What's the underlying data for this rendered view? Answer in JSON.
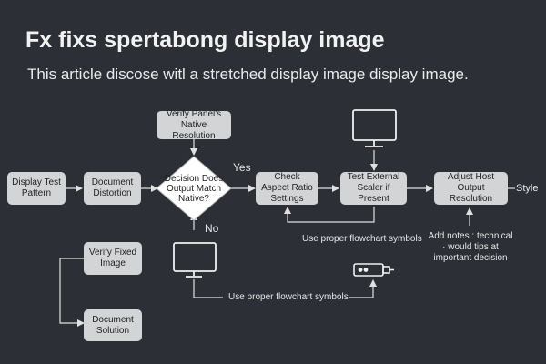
{
  "header": {
    "title": "Fx fixs spertabong  display image",
    "subtitle": "This article discose witl a stretched display image display image."
  },
  "nodes": {
    "display_test": "Display Test Pattern",
    "document_distortion": "Document Distortion",
    "verify_panel": "Verify Panel's Native Resolution",
    "decision": "Decision Does Output Match Native?",
    "check_aspect": "Check Aspect Ratio Settings",
    "test_scaler": "Test External Scaler if Present",
    "adjust_host": "Adjust Host Output Resolution",
    "verify_fixed": "Verify Fixed Image",
    "document_solution": "Document Solution"
  },
  "labels": {
    "yes": "Yes",
    "no": "No",
    "style": "Style",
    "symbols_1": "Use proper flowchart symbols",
    "symbols_2": "Use proper flowchart symbols",
    "notes": "Add notes : technical · would tips at important decision"
  },
  "icons": {
    "monitor": "monitor-icon",
    "scaler": "scaler-device-icon"
  },
  "colors": {
    "background": "#2c2f35",
    "node_fill": "#d3d4d6",
    "line": "#e0e0e0"
  }
}
